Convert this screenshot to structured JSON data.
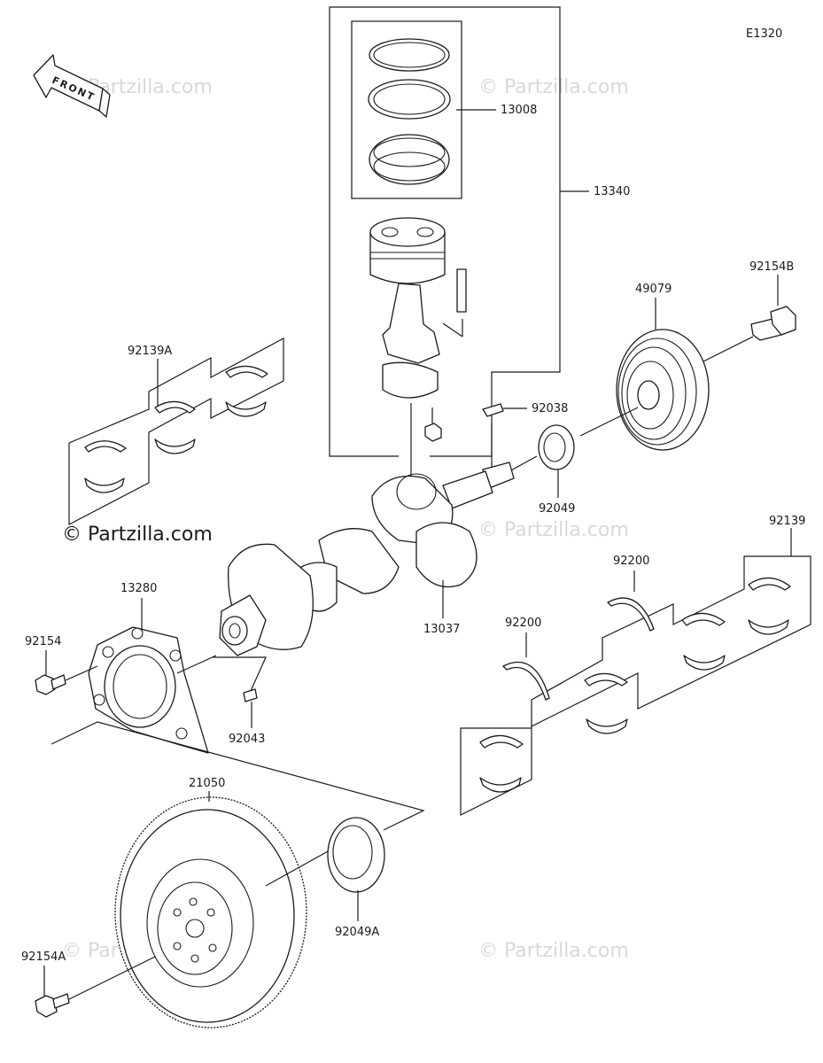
{
  "diagram": {
    "code": "E1320",
    "front_label": "FRONT",
    "watermark": "© Partzilla.com",
    "parts": {
      "p13008": "13008",
      "p13340": "13340",
      "p92154B": "92154B",
      "p49079": "49079",
      "p92139A": "92139A",
      "p92038": "92038",
      "p92049": "92049",
      "p92139": "92139",
      "p13280": "13280",
      "p92200a": "92200",
      "p92200b": "92200",
      "p13037": "13037",
      "p92154": "92154",
      "p92043": "92043",
      "p21050": "21050",
      "p92049A": "92049A",
      "p92154A": "92154A"
    }
  }
}
